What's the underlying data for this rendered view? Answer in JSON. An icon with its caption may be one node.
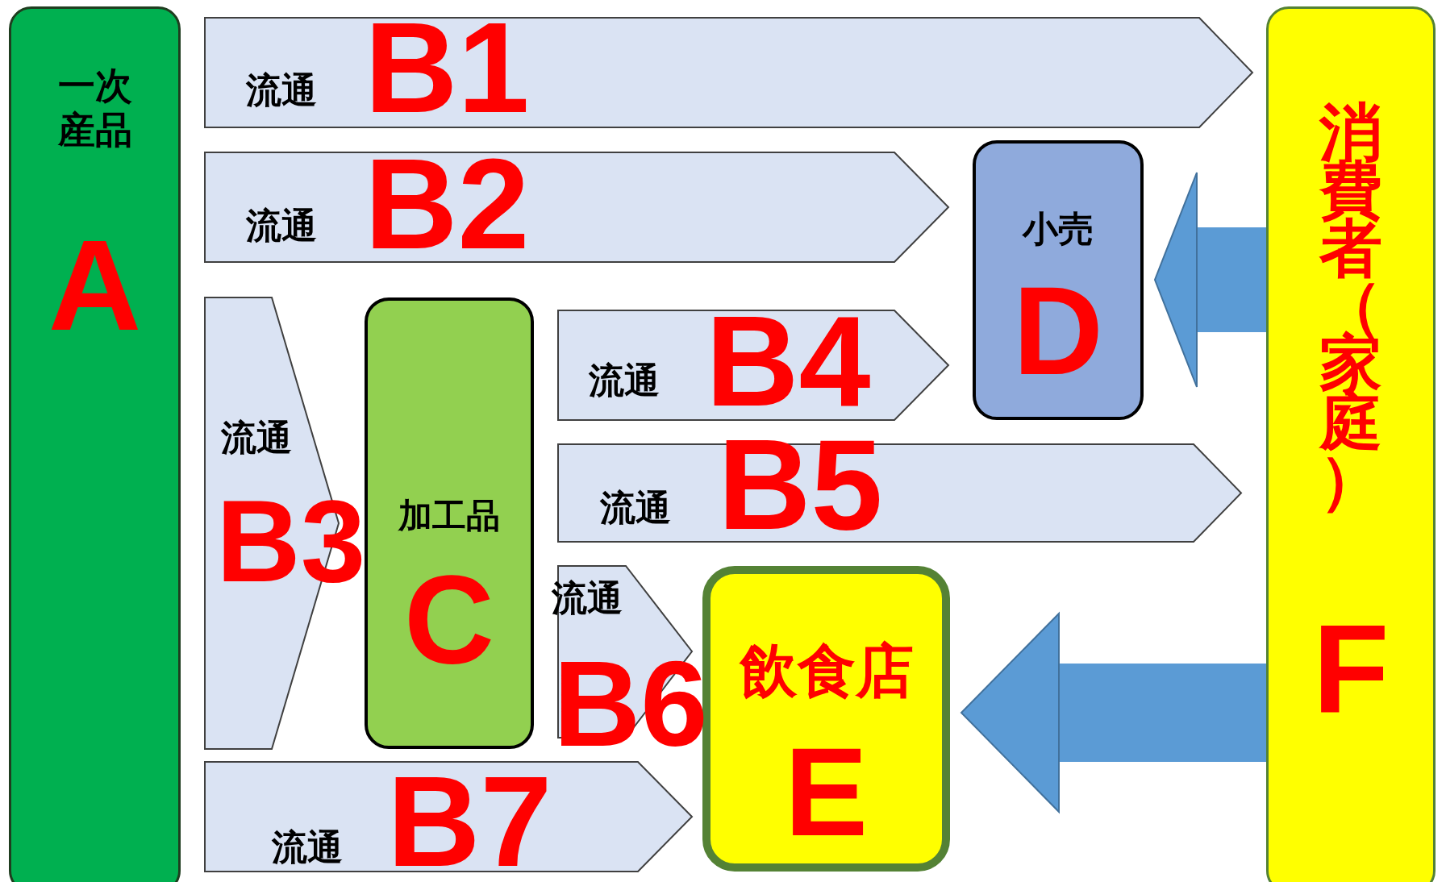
{
  "diagram": {
    "nodes": [
      {
        "text": [
          "一次産品",
          "A"
        ]
      },
      {
        "text": [
          "流通",
          "B1"
        ]
      },
      {
        "text": [
          "流通",
          "B2"
        ]
      },
      {
        "text": [
          "小売",
          "D"
        ]
      },
      {
        "text": [
          "流通",
          "B3"
        ]
      },
      {
        "text": [
          "加工品",
          "C"
        ]
      },
      {
        "text": [
          "流通",
          "B4"
        ]
      },
      {
        "text": [
          "流通",
          "B5"
        ]
      },
      {
        "text": [
          "流通",
          "B6"
        ]
      },
      {
        "text": [
          "飲食店",
          "E"
        ]
      },
      {
        "text": [
          "流通",
          "B7"
        ]
      },
      {
        "text": [
          "消費者（家庭）",
          "F"
        ]
      }
    ],
    "edges": [
      {
        "from": 11,
        "to": 3,
        "arrow": "to"
      },
      {
        "from": 11,
        "to": 9,
        "arrow": "to"
      }
    ]
  }
}
